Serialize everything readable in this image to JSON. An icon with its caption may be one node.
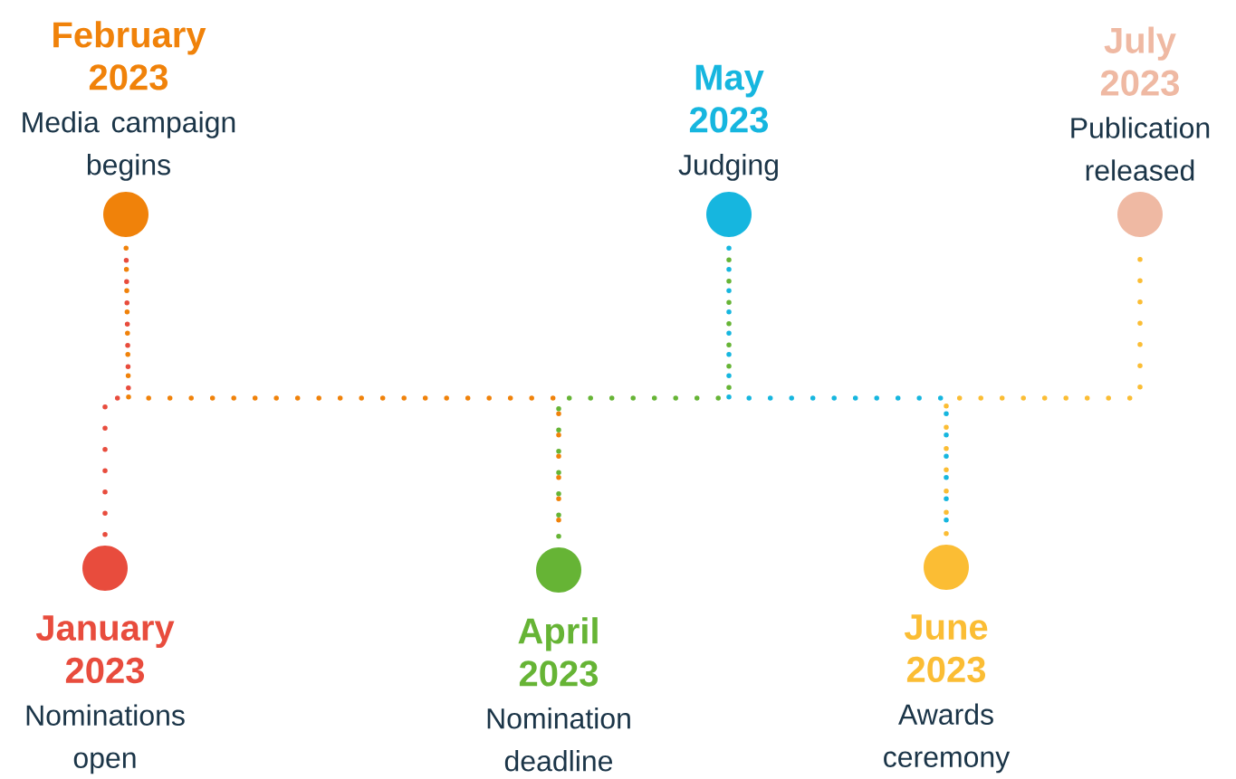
{
  "diagram": {
    "nodes": [
      {
        "text": [
          "January 2023",
          "Nominations open"
        ]
      },
      {
        "text": [
          "February 2023",
          "Media campaign begins"
        ]
      },
      {
        "text": [
          "April 2023",
          "Nomination deadline"
        ]
      },
      {
        "text": [
          "May 2023",
          "Judging"
        ]
      },
      {
        "text": [
          "June 2023",
          "Awards ceremony"
        ]
      },
      {
        "text": [
          "July 2023",
          "Publication released"
        ]
      }
    ],
    "edges": [
      {
        "from": 0,
        "to": 1,
        "arrow": "none",
        "style": "dashed",
        "color": "#e84c3d"
      },
      {
        "from": 1,
        "to": 2,
        "arrow": "none",
        "style": "dashed",
        "color": "#f0820a"
      },
      {
        "from": 2,
        "to": 3,
        "arrow": "none",
        "style": "dashed",
        "color": "#66b435"
      },
      {
        "from": 3,
        "to": 4,
        "arrow": "none",
        "style": "dashed",
        "color": "#16b6df"
      },
      {
        "from": 4,
        "to": 5,
        "arrow": "none",
        "style": "dashed",
        "color": "#fbbd34"
      }
    ]
  }
}
